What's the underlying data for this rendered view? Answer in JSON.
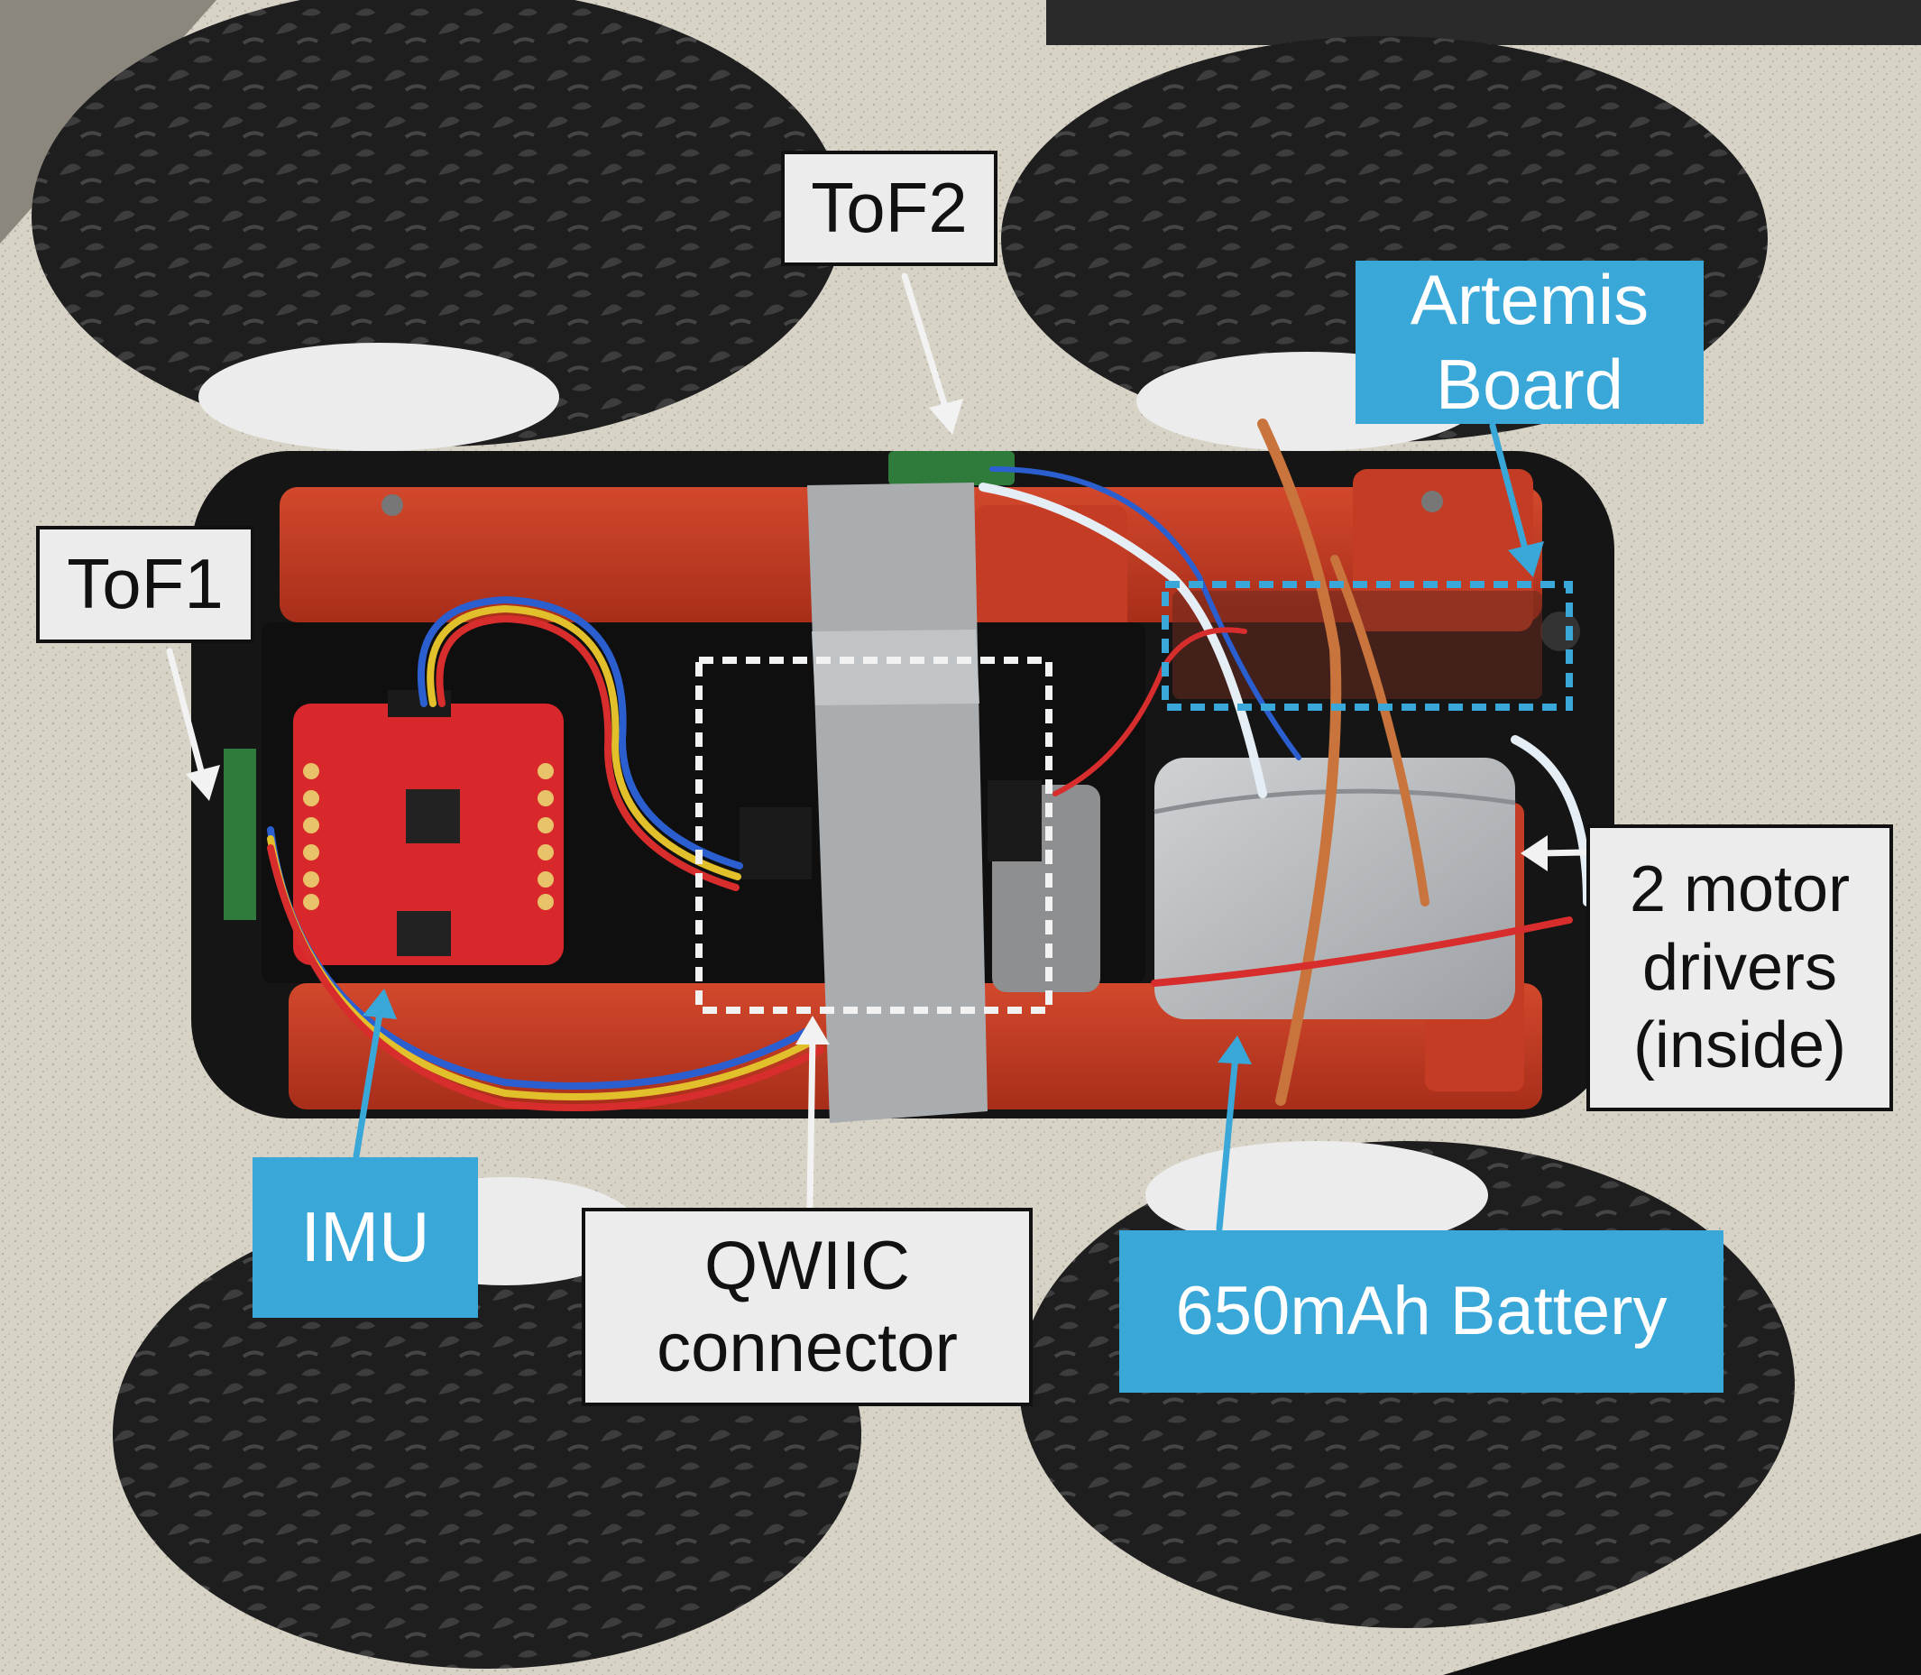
{
  "labels": {
    "tof2": "ToF2",
    "tof1": "ToF1",
    "artemis": "Artemis Board",
    "motor_drivers": "2 motor drivers (inside)",
    "imu": "IMU",
    "qwiic": "QWIIC connector",
    "battery": "650mAh Battery"
  },
  "colors": {
    "blue_callout": "#3aa7d9",
    "gray_callout": "#ececec",
    "chassis_red": "#c63a22",
    "tire_black": "#1c1c1c",
    "tape_gray": "#a9adb0",
    "imu_board_red": "#d8282c"
  }
}
